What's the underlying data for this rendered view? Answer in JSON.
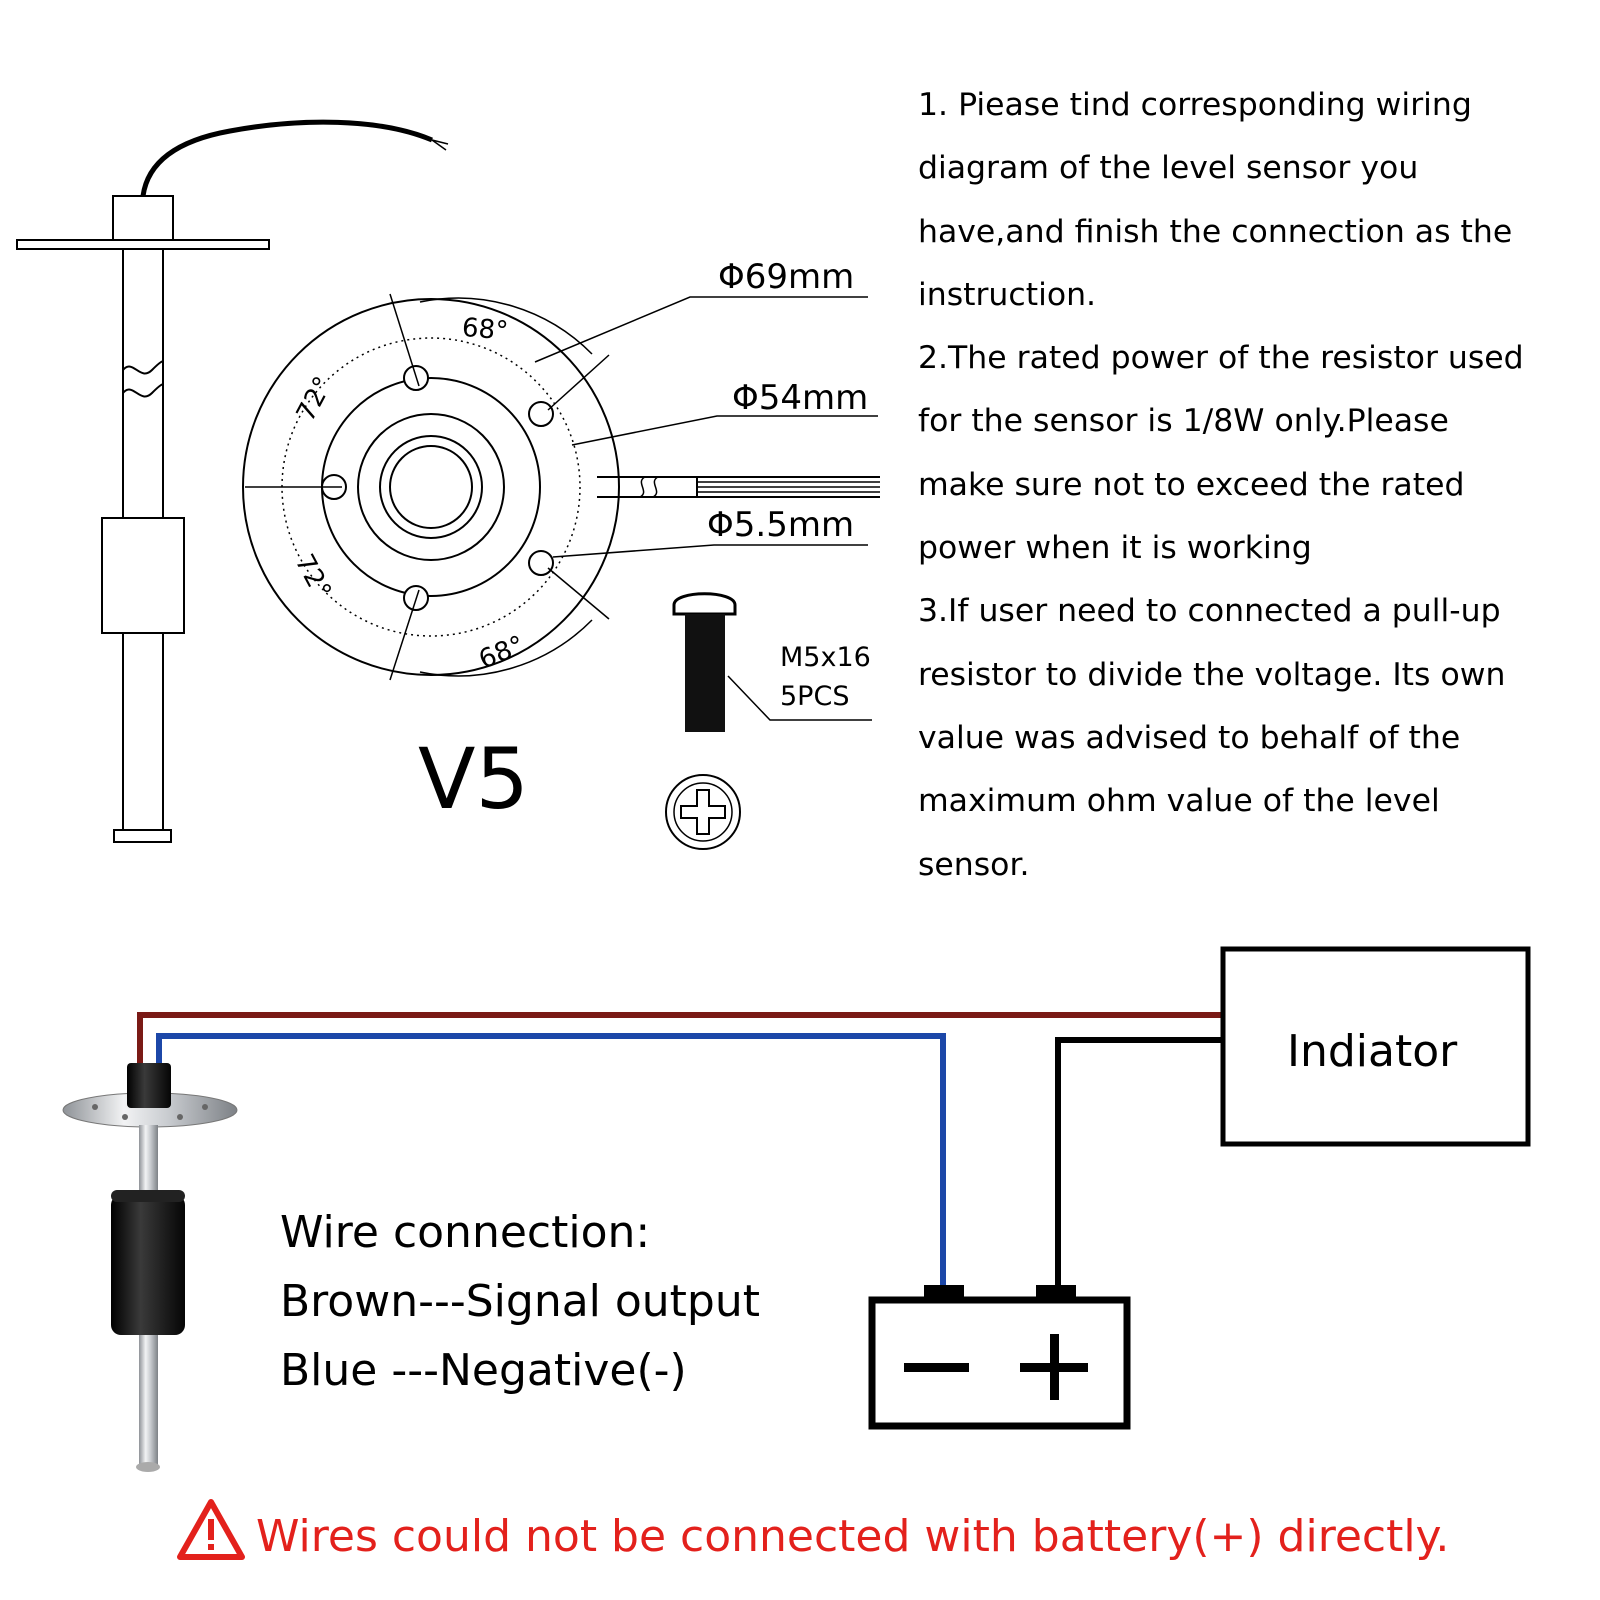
{
  "dimensions": {
    "outer_diameter": "Φ69mm",
    "hole_circle_diameter": "Φ54mm",
    "hole_diameter": "Φ5.5mm"
  },
  "angles": {
    "top": "68°",
    "bottom": "68°",
    "upper_left": "72°",
    "lower_left": "72°"
  },
  "screw": {
    "size": "M5x16",
    "quantity": "5PCS"
  },
  "model": "V5",
  "instructions": {
    "lines": [
      "1. Piease tind corresponding wiring",
      "diagram of the level sensor you",
      "have,and finish the connection as the",
      "instruction.",
      "2.The rated power of the resistor used",
      "for the sensor is 1/8W only.Please",
      "make sure not to exceed the rated",
      "power when it is working",
      "3.If user need to connected a pull-up",
      "resistor to divide the voltage. Its own",
      "value was advised to behalf of the",
      "maximum ohm value of the level",
      "sensor."
    ]
  },
  "indicator": {
    "label": "Indiator"
  },
  "battery": {
    "minus": "−",
    "plus": "+"
  },
  "wire_connection": {
    "title": "Wire connection:",
    "brown": "Brown---Signal output",
    "blue": "Blue ---Negative(-)"
  },
  "warning": {
    "text": "Wires could not be connected with battery(+) directly."
  },
  "colors": {
    "brown_wire": "#7a1a16",
    "blue_wire": "#1c47a8",
    "black_wire": "#000000",
    "warning": "#e3211c"
  }
}
